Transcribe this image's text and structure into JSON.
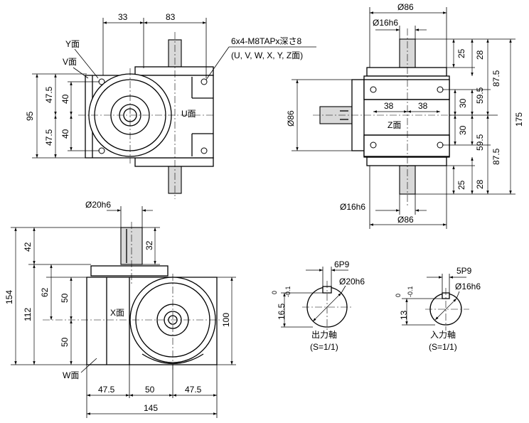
{
  "views": {
    "top_left": {
      "dim_33": "33",
      "dim_83": "83",
      "tap_note": "6x4-M8TAPx深さ8",
      "tap_faces": "(U, V, W, X, Y, Z面)",
      "face_y": "Y面",
      "face_v": "V面",
      "face_u": "U面",
      "dim_95": "95",
      "dim_47_5_upper": "47.5",
      "dim_47_5_lower": "47.5",
      "dim_40_upper": "40",
      "dim_40_lower": "40"
    },
    "top_right": {
      "dia86_top": "Ø86",
      "dia16h6_top": "Ø16h6",
      "dia86_left": "Ø86",
      "dim_38_left": "38",
      "dim_38_right": "38",
      "face_z": "Z面",
      "dim_25_top": "25",
      "dim_28_top": "28",
      "dim_87_5_top": "87.5",
      "dim_59_5_top": "59.5",
      "dim_30_top": "30",
      "dim_30_bottom": "30",
      "dim_59_5_bottom": "59.5",
      "dim_87_5_bottom": "87.5",
      "dim_175": "175",
      "dim_25_bottom": "25",
      "dim_28_bottom": "28",
      "dia16h6_bottom": "Ø16h6",
      "dia86_bottom": "Ø86"
    },
    "bottom_left": {
      "dia20h6": "Ø20h6",
      "dim_32": "32",
      "dim_42": "42",
      "dim_154": "154",
      "dim_62": "62",
      "dim_112": "112",
      "dim_50_upper": "50",
      "dim_50_lower": "50",
      "dim_100": "100",
      "face_x": "X面",
      "face_w": "W面",
      "dim_47_5_left": "47.5",
      "dim_50_mid": "50",
      "dim_47_5_right": "47.5",
      "dim_145": "145"
    },
    "output_shaft": {
      "key": "6P9",
      "dia": "Ø20h6",
      "tol_upper": "0",
      "tol_lower": "-0.1",
      "depth": "16.5",
      "title": "出力軸",
      "scale": "(S=1/1)"
    },
    "input_shaft": {
      "key": "5P9",
      "dia": "Ø16h6",
      "tol_upper": "0",
      "tol_lower": "-0.1",
      "depth": "13",
      "title": "入力軸",
      "scale": "(S=1/1)"
    }
  }
}
